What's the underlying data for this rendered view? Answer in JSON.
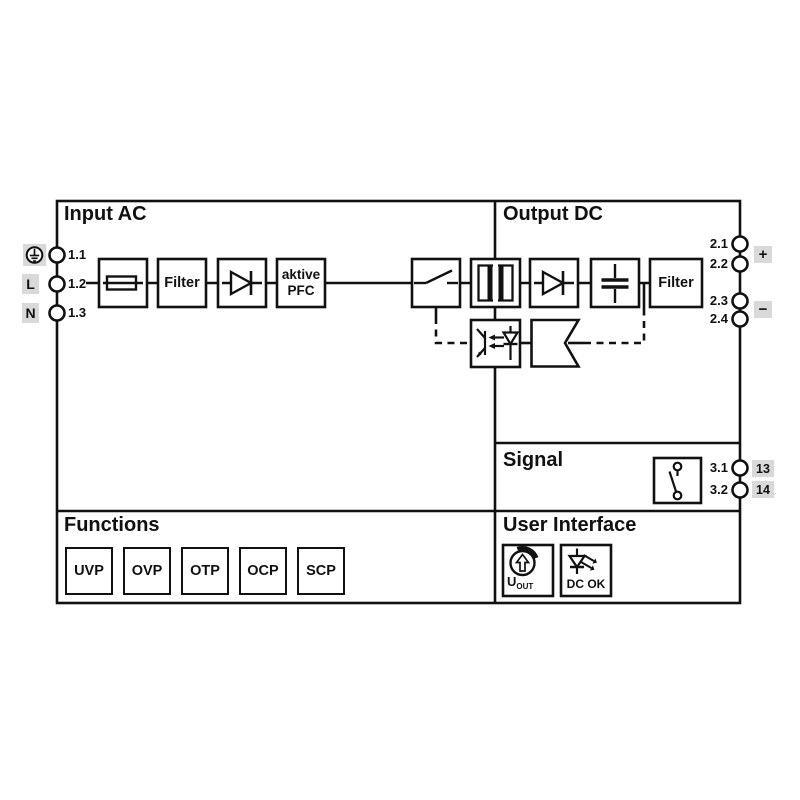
{
  "diagram": {
    "sections": {
      "input_ac": "Input AC",
      "output_dc": "Output DC",
      "signal": "Signal",
      "functions": "Functions",
      "user_interface": "User Interface"
    },
    "terminals": {
      "left": [
        {
          "num": "1.1"
        },
        {
          "badge": "L",
          "num": "1.2"
        },
        {
          "badge": "N",
          "num": "1.3"
        }
      ],
      "right": [
        {
          "num": "2.1"
        },
        {
          "num": "2.2"
        },
        {
          "num": "2.3"
        },
        {
          "num": "2.4"
        }
      ],
      "polarity_plus": "+",
      "polarity_minus": "−",
      "signal": [
        {
          "num": "3.1",
          "badge": "13"
        },
        {
          "num": "3.2",
          "badge": "14"
        }
      ]
    },
    "blocks": {
      "input_filter": "Filter",
      "pfc_line1": "aktive",
      "pfc_line2": "PFC",
      "output_filter": "Filter",
      "functions": [
        "UVP",
        "OVP",
        "OTP",
        "OCP",
        "SCP"
      ],
      "uout_symbol": "U",
      "uout_subscript": "OUT",
      "dc_ok": "DC OK"
    },
    "colors": {
      "line": "#111111",
      "badge_bg": "#d9d9d9"
    }
  }
}
